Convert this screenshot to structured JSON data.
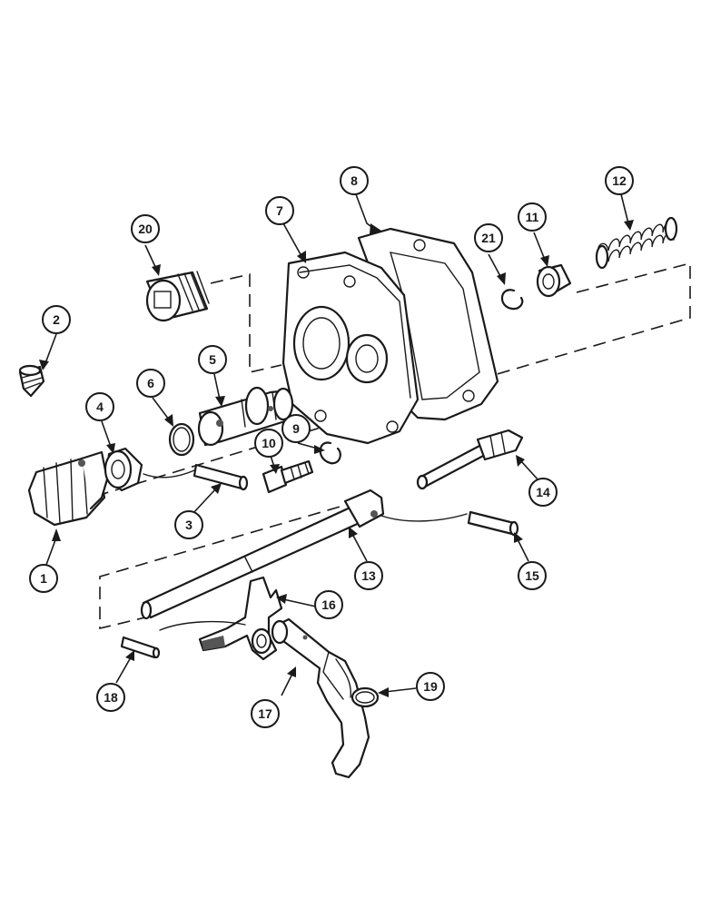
{
  "diagram": {
    "callouts": [
      {
        "number": "1"
      },
      {
        "number": "2"
      },
      {
        "number": "3"
      },
      {
        "number": "4"
      },
      {
        "number": "5"
      },
      {
        "number": "6"
      },
      {
        "number": "7"
      },
      {
        "number": "8"
      },
      {
        "number": "9"
      },
      {
        "number": "10"
      },
      {
        "number": "11"
      },
      {
        "number": "12"
      },
      {
        "number": "13"
      },
      {
        "number": "14"
      },
      {
        "number": "15"
      },
      {
        "number": "16"
      },
      {
        "number": "17"
      },
      {
        "number": "18"
      },
      {
        "number": "19"
      },
      {
        "number": "20"
      },
      {
        "number": "21"
      }
    ],
    "colors": {
      "ink": "#1a1a1a",
      "paper": "#ffffff"
    }
  }
}
